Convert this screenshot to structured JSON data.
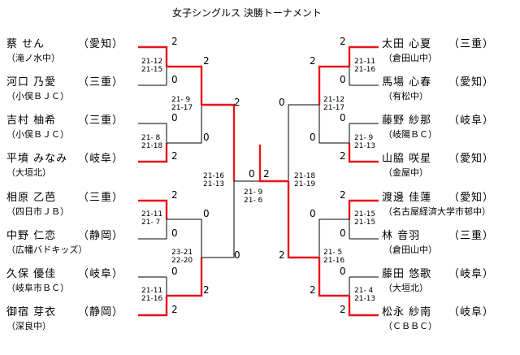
{
  "title": "女子シングルス 決勝トーナメント",
  "left_players": [
    {
      "name": "蔡 せん",
      "pref": "（愛知）",
      "aff": "（滝ノ水中）"
    },
    {
      "name": "河口 乃愛",
      "pref": "（三重）",
      "aff": "（小俣ＢＪＣ）"
    },
    {
      "name": "吉村 柚希",
      "pref": "（三重）",
      "aff": "（小俣ＢＪＣ）"
    },
    {
      "name": "平墳 みなみ",
      "pref": "（岐阜）",
      "aff": "（大垣北）"
    },
    {
      "name": "相原 乙芭",
      "pref": "（三重）",
      "aff": "（四日市ＪＢ）"
    },
    {
      "name": "中野 仁恋",
      "pref": "（静岡）",
      "aff": "（広幡バドキッズ）"
    },
    {
      "name": "久保 優佳",
      "pref": "（岐阜）",
      "aff": "（岐阜市ＢＣ）"
    },
    {
      "name": "御宿 芽衣",
      "pref": "（静岡）",
      "aff": "（深良中）"
    }
  ],
  "right_players": [
    {
      "name": "太田 心夏",
      "pref": "（三重）",
      "aff": "（倉田山中）"
    },
    {
      "name": "馬場 心春",
      "pref": "（愛知）",
      "aff": "（有松中）"
    },
    {
      "name": "藤野 紗那",
      "pref": "（岐阜）",
      "aff": "（岐陽ＢＣ）"
    },
    {
      "name": "山脇 咲星",
      "pref": "（愛知）",
      "aff": "（金屋中）"
    },
    {
      "name": "渡邊 佳蓮",
      "pref": "（愛知）",
      "aff": "（名古屋経済大学市邨中）"
    },
    {
      "name": "林 音羽",
      "pref": "（三重）",
      "aff": "（倉田山中）"
    },
    {
      "name": "藤田 悠歌",
      "pref": "（岐阜）",
      "aff": "（大垣北）"
    },
    {
      "name": "松永 紗南",
      "pref": "（岐阜）",
      "aff": "（ＣＢＢＣ）"
    }
  ],
  "left_r1": [
    {
      "scores": [
        "21-12",
        "21-15"
      ],
      "win": "2",
      "lose": "0"
    },
    {
      "scores": [
        "21- 8",
        "21-18"
      ],
      "win": "2",
      "lose": "0"
    },
    {
      "scores": [
        "21-11",
        "21- 7"
      ],
      "win": "2",
      "lose": "0"
    },
    {
      "scores": [
        "21-11",
        "21-16"
      ],
      "win": "2",
      "lose": "0"
    }
  ],
  "left_r2": [
    {
      "scores": [
        "21- 9",
        "21-17"
      ],
      "win": "2",
      "lose": "0"
    },
    {
      "scores": [
        "23-21",
        "22-20"
      ],
      "win": "2",
      "lose": "0"
    }
  ],
  "left_sf": {
    "scores": [
      "21-16",
      "21-13"
    ],
    "win": "2",
    "lose": "0"
  },
  "final": {
    "scores": [
      "21- 9",
      "21- 6"
    ],
    "left": "0",
    "right": "2"
  },
  "right_sf": {
    "scores": [
      "21-18",
      "21-19"
    ],
    "win": "2",
    "lose": "0"
  },
  "right_r2": [
    {
      "scores": [
        "21-12",
        "21-17"
      ],
      "win": "2",
      "lose": "0"
    },
    {
      "scores": [
        "21- 5",
        "21-16"
      ],
      "win": "2",
      "lose": "0"
    }
  ],
  "right_r1": [
    {
      "scores": [
        "21-11",
        "21-16"
      ],
      "win": "2",
      "lose": "0"
    },
    {
      "scores": [
        "21- 9",
        "21-13"
      ],
      "win": "2",
      "lose": "0"
    },
    {
      "scores": [
        "21-15",
        "21-15"
      ],
      "win": "2",
      "lose": "0"
    },
    {
      "scores": [
        "21- 4",
        "21-13"
      ],
      "win": "2",
      "lose": "0"
    }
  ],
  "colors": {
    "winner_line": "#e8141b",
    "loser_line": "#000000"
  }
}
